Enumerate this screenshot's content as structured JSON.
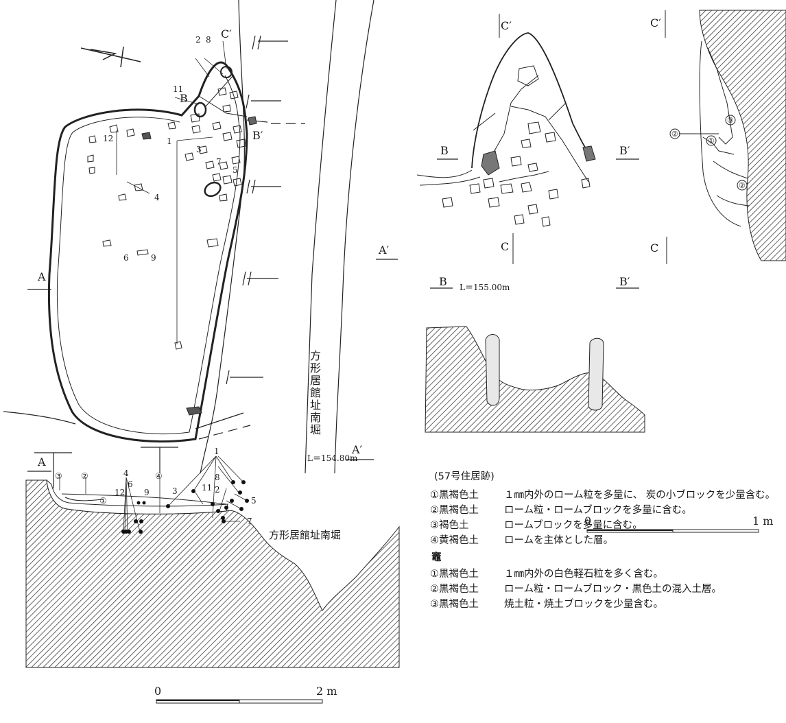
{
  "figure": {
    "section_labels": {
      "A": "A",
      "A_prime": "A′",
      "B": "B",
      "B_prime": "B′",
      "C": "C",
      "C_prime": "C′"
    },
    "elevation_plan": "L＝155.00m",
    "elevation_section": "L＝154.80m",
    "moat_label": "方形居館址南堀",
    "scale_plan": {
      "zero": "0",
      "end": "2 m"
    },
    "scale_kamado": {
      "zero": "0",
      "end": "1 m"
    },
    "find_numbers": [
      "1",
      "2",
      "3",
      "4",
      "5",
      "6",
      "7",
      "8",
      "9",
      "11",
      "12"
    ],
    "layer_markers": [
      "①",
      "②",
      "③",
      "④"
    ]
  },
  "legend": {
    "title": "(57号住居跡)",
    "layers": [
      {
        "label": "①黒褐色土",
        "desc": "１㎜内外のローム粒を多量に、 炭の小ブロックを少量含む。"
      },
      {
        "label": "②黒褐色土",
        "desc": "ローム粒・ロームブロックを多量に含む。"
      },
      {
        "label": "③褐色土",
        "desc": "ロームブロックを多量に含む。"
      },
      {
        "label": "④黄褐色土",
        "desc": "ロームを主体とした層。"
      }
    ],
    "kamado_heading": "竈",
    "kamado_layers": [
      {
        "label": "①黒褐色土",
        "desc": "１㎜内外の白色軽石粒を多く含む。"
      },
      {
        "label": "②黒褐色土",
        "desc": "ローム粒・ロームブロック・黒色土の混入土層。"
      },
      {
        "label": "③黒褐色土",
        "desc": "焼土粒・焼土ブロックを少量含む。"
      }
    ]
  }
}
